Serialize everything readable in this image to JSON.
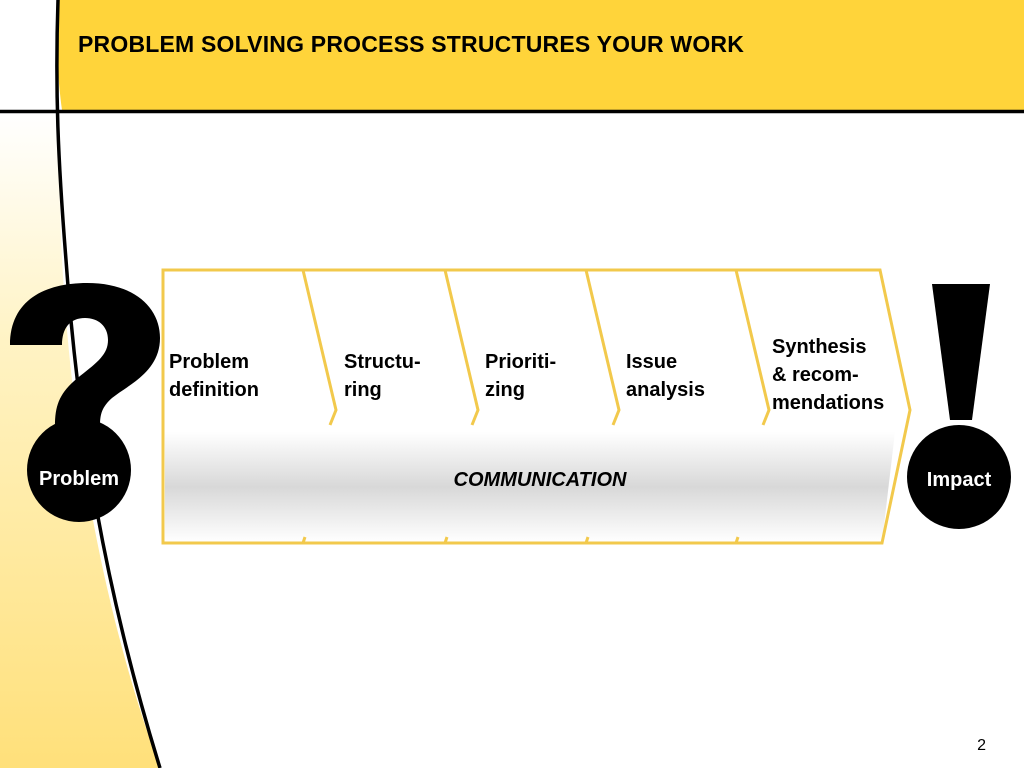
{
  "title": "PROBLEM SOLVING PROCESS STRUCTURES YOUR WORK",
  "steps": [
    {
      "label": "Problem\ndefinition"
    },
    {
      "label": "Structu-\nring"
    },
    {
      "label": "Prioriti-\nzing"
    },
    {
      "label": "Issue\nanalysis"
    },
    {
      "label": "Synthesis\n& recom-\nmendations"
    }
  ],
  "communication": "COMMUNICATION",
  "start": {
    "label": "Problem",
    "icon": "question-mark-icon"
  },
  "end": {
    "label": "Impact",
    "icon": "exclamation-mark-icon"
  },
  "page_number": "2",
  "colors": {
    "accent": "#FFD43A",
    "outline": "#F2C94C",
    "ink": "#000000"
  }
}
